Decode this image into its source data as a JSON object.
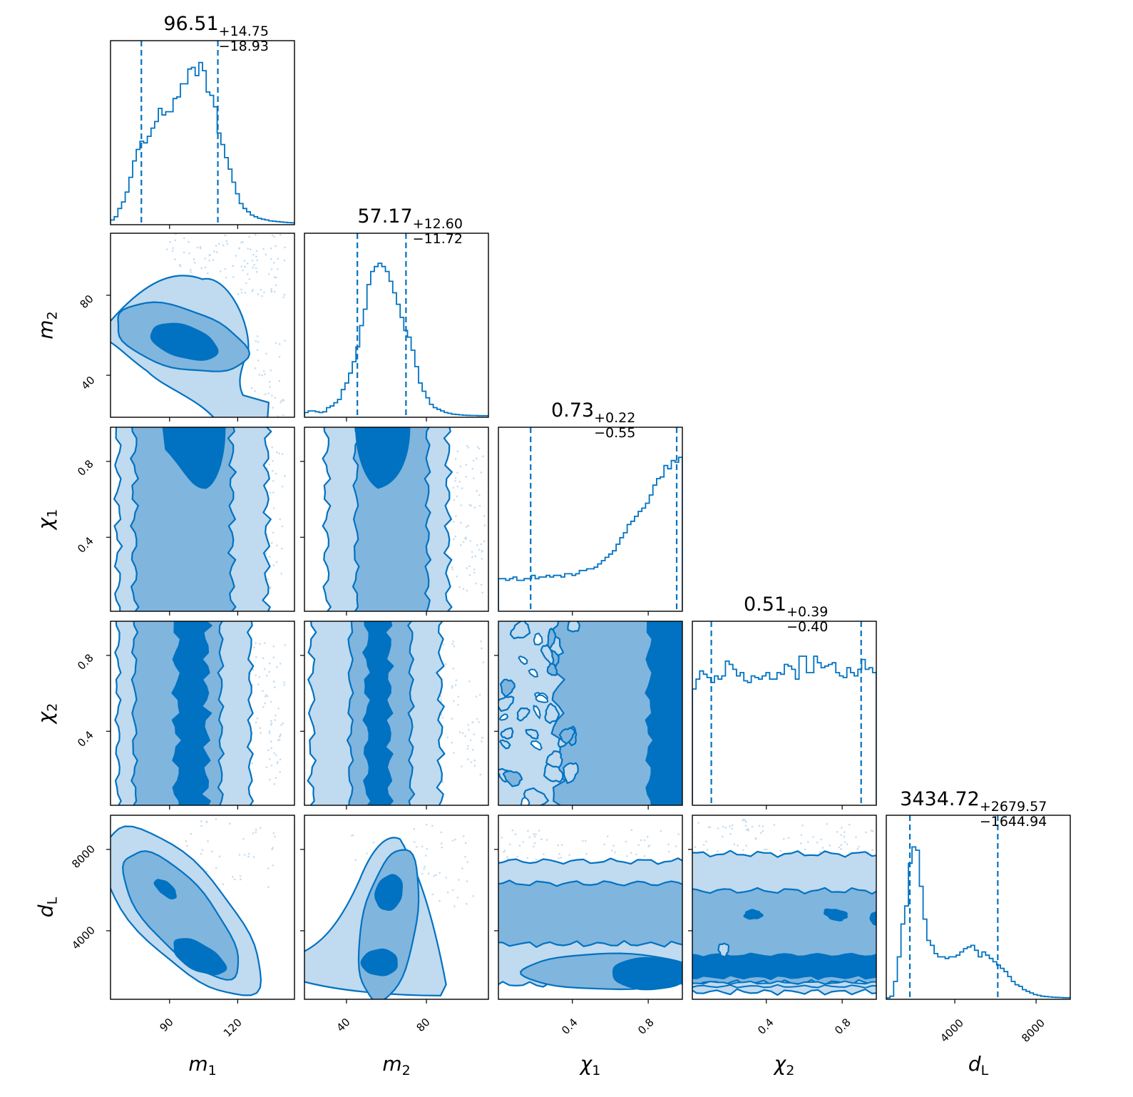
{
  "figure": {
    "type": "corner-plot",
    "colors": {
      "line": "#0072c1",
      "fill_1sigma": "#0072c1",
      "fill_2sigma": "#80b5de",
      "fill_3sigma": "#c0daef",
      "scatter": "#c6ddf0",
      "axes": "#000000"
    },
    "parameters": [
      {
        "key": "m1",
        "label": "m",
        "label_sub": "1",
        "title_median": "96.51",
        "title_plus": "+14.75",
        "title_minus": "−18.93",
        "ticks": [
          "90",
          "120"
        ]
      },
      {
        "key": "m2",
        "label": "m",
        "label_sub": "2",
        "title_median": "57.17",
        "title_plus": "+12.60",
        "title_minus": "−11.72",
        "ticks": [
          "40",
          "80"
        ]
      },
      {
        "key": "chi1",
        "label": "χ",
        "label_sub": "1",
        "title_median": "0.73",
        "title_plus": "+0.22",
        "title_minus": "−0.55",
        "ticks": [
          "0.4",
          "0.8"
        ]
      },
      {
        "key": "chi2",
        "label": "χ",
        "label_sub": "2",
        "title_median": "0.51",
        "title_plus": "+0.39",
        "title_minus": "−0.40",
        "ticks": [
          "0.4",
          "0.8"
        ]
      },
      {
        "key": "dL",
        "label": "d",
        "label_sub": "L",
        "title_median": "3434.72",
        "title_plus": "+2679.57",
        "title_minus": "−1644.94",
        "ticks": [
          "4000",
          "8000"
        ]
      }
    ]
  },
  "chart_data": {
    "type": "corner",
    "title": "",
    "parameters": [
      "m_1",
      "m_2",
      "chi_1",
      "chi_2",
      "d_L"
    ],
    "axis_labels": [
      "m₁",
      "m₂",
      "χ₁",
      "χ₂",
      "d_L"
    ],
    "ranges": {
      "m1": [
        64,
        145
      ],
      "m2": [
        19,
        111
      ],
      "chi1": [
        0.01,
        0.98
      ],
      "chi2": [
        0.01,
        0.98
      ],
      "dL": [
        630,
        9680
      ]
    },
    "ticks": {
      "m1": [
        90,
        120
      ],
      "m2": [
        40,
        80
      ],
      "chi1": [
        0.4,
        0.8
      ],
      "chi2": [
        0.4,
        0.8
      ],
      "dL": [
        4000,
        8000
      ]
    },
    "summary": [
      {
        "param": "m1",
        "median": 96.51,
        "plus": 14.75,
        "minus": 18.93,
        "lower": 77.58,
        "upper": 111.26
      },
      {
        "param": "m2",
        "median": 57.17,
        "plus": 12.6,
        "minus": 11.72,
        "lower": 45.45,
        "upper": 69.77
      },
      {
        "param": "chi1",
        "median": 0.73,
        "plus": 0.22,
        "minus": 0.55,
        "lower": 0.18,
        "upper": 0.95
      },
      {
        "param": "chi2",
        "median": 0.51,
        "plus": 0.39,
        "minus": 0.4,
        "lower": 0.11,
        "upper": 0.9
      },
      {
        "param": "dL",
        "median": 3434.72,
        "plus": 2679.57,
        "minus": 1644.94,
        "lower": 1789.78,
        "upper": 6114.29
      }
    ],
    "histograms": {
      "m1": [
        0.02,
        0.04,
        0.09,
        0.13,
        0.19,
        0.28,
        0.38,
        0.45,
        0.5,
        0.49,
        0.53,
        0.58,
        0.62,
        0.7,
        0.66,
        0.68,
        0.68,
        0.76,
        0.77,
        0.85,
        0.85,
        0.94,
        0.95,
        0.9,
        0.98,
        0.93,
        0.8,
        0.78,
        0.71,
        0.55,
        0.48,
        0.4,
        0.33,
        0.25,
        0.18,
        0.12,
        0.09,
        0.07,
        0.05,
        0.04,
        0.03,
        0.025,
        0.02,
        0.015,
        0.012,
        0.01,
        0.008,
        0.006,
        0.004,
        0.003
      ],
      "m2": [
        0.02,
        0.03,
        0.03,
        0.025,
        0.02,
        0.025,
        0.05,
        0.06,
        0.08,
        0.1,
        0.16,
        0.2,
        0.26,
        0.33,
        0.42,
        0.55,
        0.65,
        0.8,
        0.88,
        0.91,
        0.93,
        0.91,
        0.88,
        0.82,
        0.75,
        0.68,
        0.6,
        0.52,
        0.48,
        0.4,
        0.3,
        0.2,
        0.15,
        0.11,
        0.07,
        0.05,
        0.04,
        0.03,
        0.02,
        0.015,
        0.01,
        0.008,
        0.006,
        0.004,
        0.003,
        0.002,
        0.002,
        0.001,
        0.001,
        0.001
      ],
      "chi1": [
        0.19,
        0.19,
        0.18,
        0.19,
        0.2,
        0.18,
        0.18,
        0.19,
        0.19,
        0.21,
        0.19,
        0.2,
        0.2,
        0.21,
        0.2,
        0.21,
        0.21,
        0.2,
        0.22,
        0.22,
        0.21,
        0.22,
        0.24,
        0.24,
        0.25,
        0.25,
        0.26,
        0.28,
        0.3,
        0.32,
        0.34,
        0.36,
        0.4,
        0.44,
        0.47,
        0.52,
        0.54,
        0.57,
        0.6,
        0.62,
        0.65,
        0.7,
        0.76,
        0.8,
        0.81,
        0.88,
        0.86,
        0.91,
        0.9,
        0.93
      ],
      "chi2": [
        0.7,
        0.76,
        0.81,
        0.79,
        0.77,
        0.74,
        0.78,
        0.76,
        0.78,
        0.87,
        0.85,
        0.82,
        0.78,
        0.8,
        0.75,
        0.74,
        0.78,
        0.77,
        0.76,
        0.78,
        0.8,
        0.76,
        0.76,
        0.8,
        0.79,
        0.85,
        0.84,
        0.82,
        0.76,
        0.9,
        0.9,
        0.8,
        0.8,
        0.9,
        0.86,
        0.83,
        0.84,
        0.85,
        0.86,
        0.8,
        0.78,
        0.77,
        0.83,
        0.8,
        0.78,
        0.82,
        0.88,
        0.82,
        0.83,
        0.8
      ],
      "dL": [
        0.0,
        0.01,
        0.1,
        0.25,
        0.45,
        0.56,
        0.82,
        0.92,
        0.9,
        0.68,
        0.48,
        0.35,
        0.32,
        0.27,
        0.25,
        0.25,
        0.24,
        0.25,
        0.25,
        0.26,
        0.28,
        0.3,
        0.31,
        0.32,
        0.29,
        0.25,
        0.28,
        0.26,
        0.24,
        0.22,
        0.2,
        0.18,
        0.16,
        0.13,
        0.1,
        0.08,
        0.07,
        0.05,
        0.04,
        0.03,
        0.02,
        0.015,
        0.01,
        0.008,
        0.006,
        0.004,
        0.003,
        0.002,
        0.001,
        0.001
      ]
    },
    "contour_levels": [
      "0.5 (1σ)",
      "1.0 (2σ)",
      "1.5 (3σ)"
    ],
    "notes": "Lower-triangle 2D density contours with three filled credible levels; diagonal 1D histograms with dashed 16th/84th percentile lines."
  }
}
